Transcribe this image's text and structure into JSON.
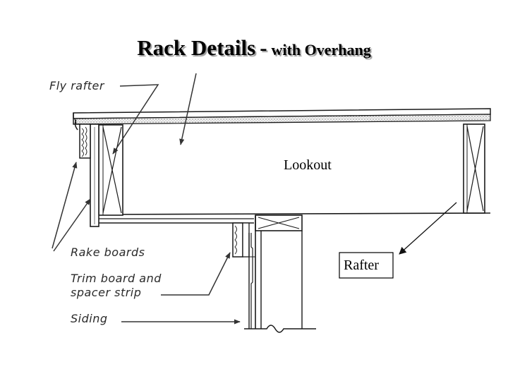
{
  "title": {
    "main": "Rack Details",
    "separator": "-",
    "sub": "with Overhang"
  },
  "labels": {
    "fly_rafter": "Fly rafter",
    "rake_boards": "Rake boards",
    "trim_line1": "Trim board and",
    "trim_line2": "spacer strip",
    "siding": "Siding",
    "lookout": "Lookout",
    "rafter": "Rafter"
  },
  "colors": {
    "ink": "#1a1a1a",
    "paper": "#ffffff",
    "sheathing_fill": "#e6e6e6"
  }
}
